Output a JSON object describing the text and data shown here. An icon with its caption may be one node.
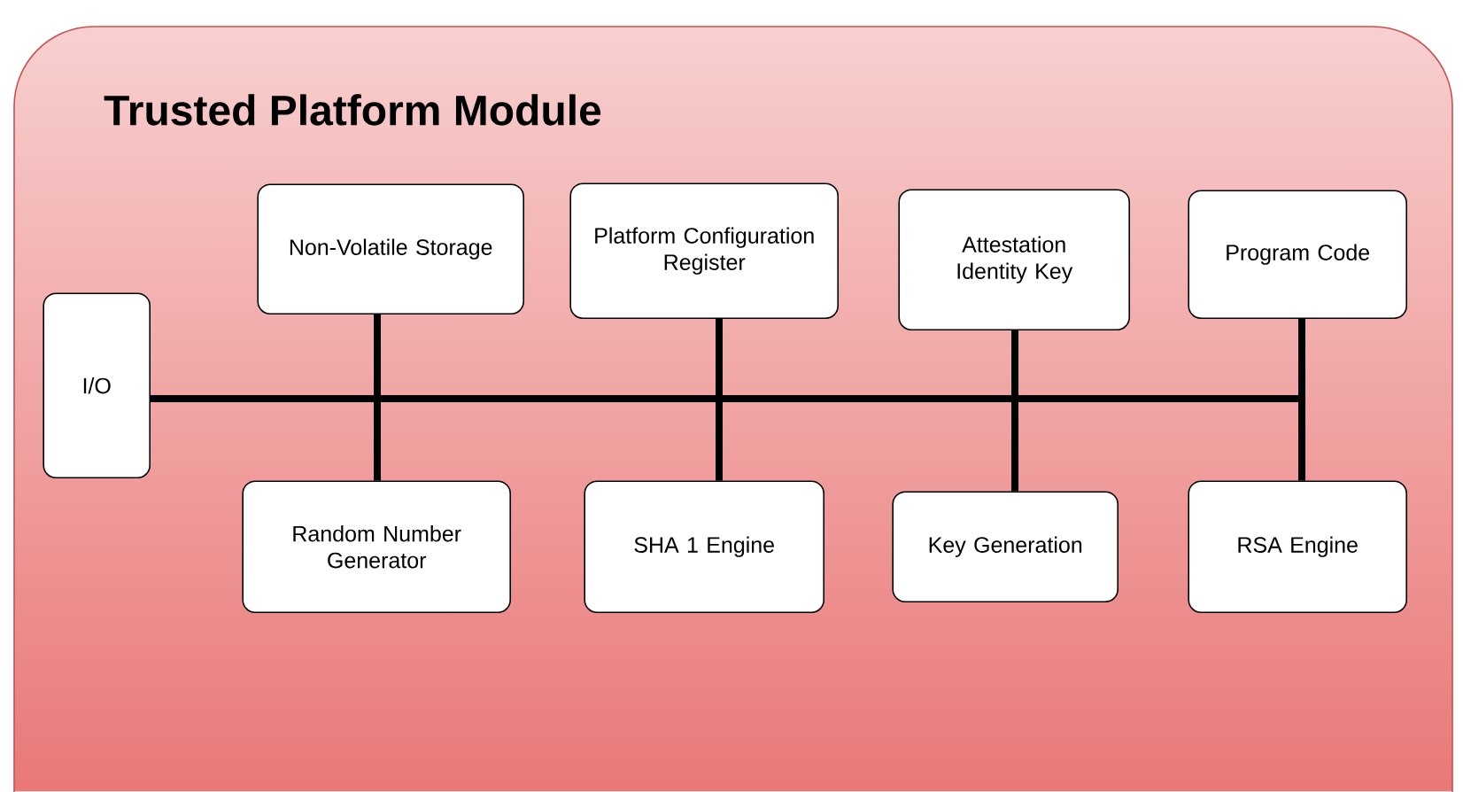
{
  "diagram": {
    "nodes": [
      {
        "text": [
          "Trusted Platform Module"
        ]
      },
      {
        "text": [
          "I/O"
        ],
        "in": 0
      },
      {
        "text": [
          "Non-Volatile Storage"
        ],
        "in": 0
      },
      {
        "text": [
          "Platform Configuration Register"
        ],
        "in": 0
      },
      {
        "text": [
          "Attestation Identity Key"
        ],
        "in": 0
      },
      {
        "text": [
          "Program Code"
        ],
        "in": 0
      },
      {
        "text": [
          "Random Number Generator"
        ],
        "in": 0
      },
      {
        "text": [
          "SHA 1 Engine"
        ],
        "in": 0
      },
      {
        "text": [
          "Key Generation"
        ],
        "in": 0
      },
      {
        "text": [
          "RSA Engine"
        ],
        "in": 0
      }
    ],
    "edges": [
      {
        "from": 1,
        "to": 2,
        "arrow": "none"
      },
      {
        "from": 1,
        "to": 3,
        "arrow": "none"
      },
      {
        "from": 1,
        "to": 4,
        "arrow": "none"
      },
      {
        "from": 1,
        "to": 5,
        "arrow": "none"
      },
      {
        "from": 1,
        "to": 6,
        "arrow": "none"
      },
      {
        "from": 1,
        "to": 7,
        "arrow": "none"
      },
      {
        "from": 1,
        "to": 8,
        "arrow": "none"
      },
      {
        "from": 1,
        "to": 9,
        "arrow": "none"
      }
    ]
  }
}
